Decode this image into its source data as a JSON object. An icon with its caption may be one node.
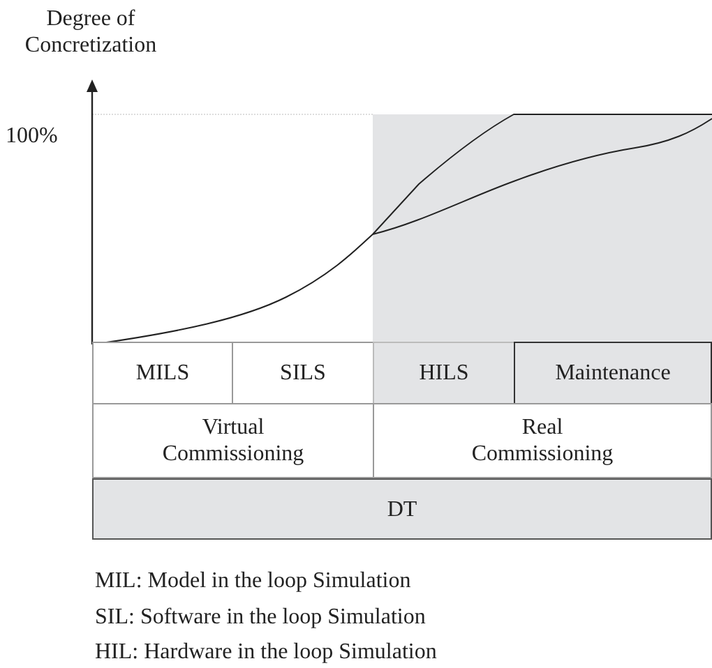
{
  "diagram": {
    "nodes": [
      {
        "text": [
          "MILS"
        ]
      },
      {
        "text": [
          "SILS"
        ]
      },
      {
        "text": [
          "HILS"
        ]
      },
      {
        "text": [
          "Maintenance"
        ]
      },
      {
        "text": [
          "Virtual Commissioning"
        ]
      },
      {
        "text": [
          "Real Commissioning"
        ]
      },
      {
        "text": [
          "DT"
        ]
      }
    ],
    "labels": [
      "Degree of Concretization",
      "100%",
      "MIL: Model in the loop Simulation",
      "SIL: Software in the loop Simulation",
      "HIL: Hardware in the loop Simulation"
    ]
  }
}
